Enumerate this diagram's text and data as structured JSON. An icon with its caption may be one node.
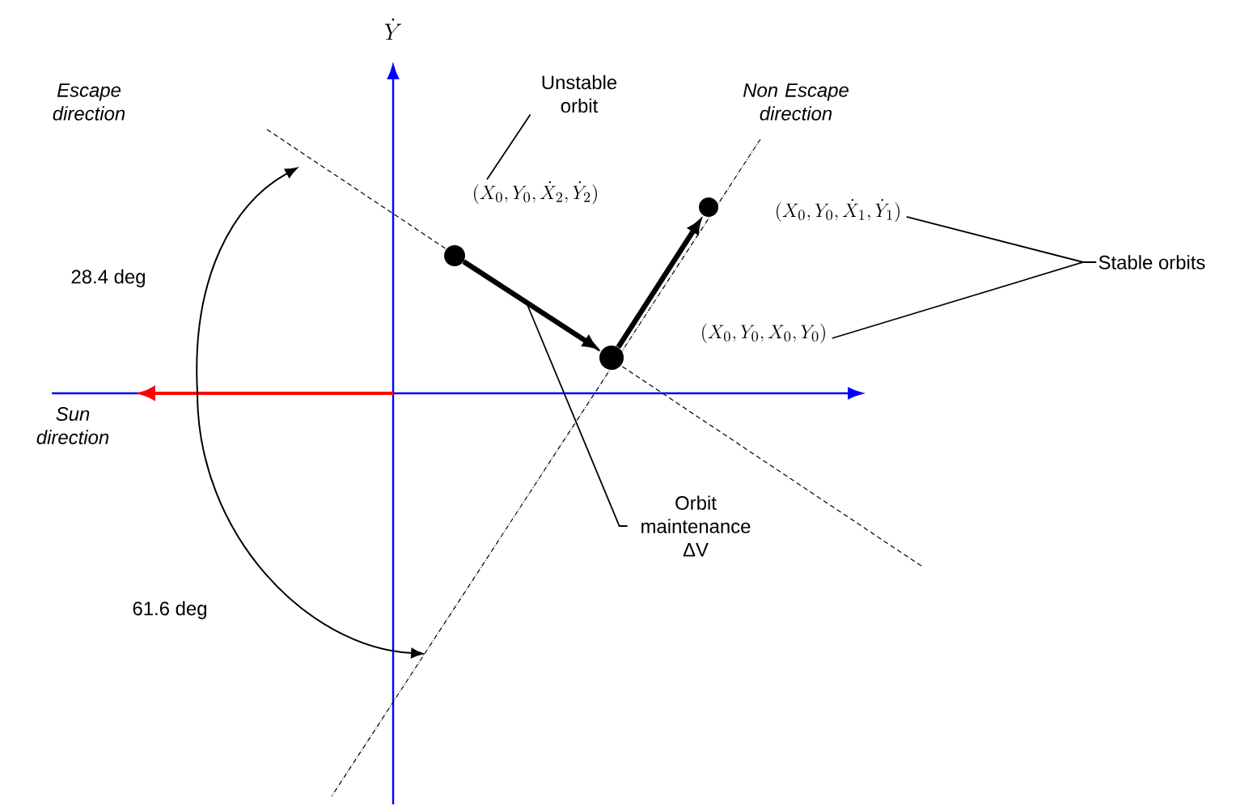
{
  "diagram": {
    "nodes": [
      {
        "text": [
          "Unstable orbit"
        ]
      },
      {
        "text": [
          "(X_0,Y_0,\\dot{X}_2,\\dot{Y}_2)"
        ]
      },
      {
        "text": [],
        "shape": "circle"
      },
      {
        "text": [],
        "shape": "circle"
      },
      {
        "text": [],
        "shape": "circle"
      },
      {
        "text": [
          "(X_0,Y_0,\\dot{X}_1,\\dot{Y}_1)"
        ]
      },
      {
        "text": [
          "(X_0,Y_0,X_0,Y_0)"
        ]
      },
      {
        "text": [
          "Stable orbits"
        ]
      },
      {
        "text": [
          "Orbit maintenance ΔV"
        ]
      }
    ],
    "edges": [
      {
        "from": 2,
        "to": 3,
        "arrow": "to",
        "style": "thick"
      },
      {
        "from": 3,
        "to": 4,
        "arrow": "to",
        "style": "thick"
      },
      {
        "from": 0,
        "to": 1,
        "arrow": "none"
      },
      {
        "from": 7,
        "to": 5,
        "arrow": "none"
      },
      {
        "from": 7,
        "to": 6,
        "arrow": "none"
      },
      {
        "from": 8,
        "to": null,
        "arrow": "none"
      }
    ],
    "labels": [
      "\\dot{Y}",
      "Escape direction",
      "Non Escape direction",
      "28.4 deg",
      "Sun direction",
      "61.6 deg"
    ]
  }
}
